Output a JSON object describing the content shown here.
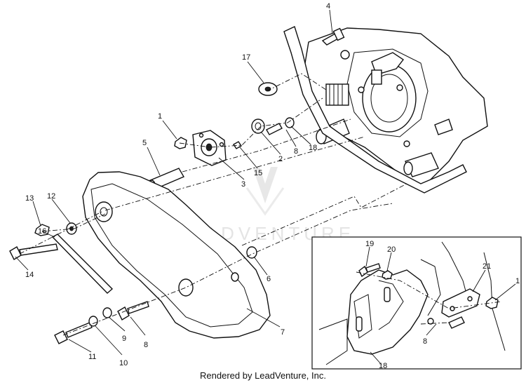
{
  "footer": {
    "text": "Rendered by LeadVenture, Inc."
  },
  "watermark": {
    "text": "LEADVENTURE"
  },
  "colors": {
    "line": "#111111",
    "background": "#ffffff",
    "watermark": "#cfcfcf"
  },
  "callouts": {
    "c1": "1",
    "c2": "2",
    "c3": "3",
    "c4": "4",
    "c5": "5",
    "c6": "6",
    "c7": "7",
    "c8": "8",
    "c9": "9",
    "c10": "10",
    "c11": "11",
    "c12": "12",
    "c13": "13",
    "c14": "14",
    "c15": "15",
    "c16": "16",
    "c17": "17",
    "c18": "18"
  },
  "inset": {
    "c19": "19",
    "c20": "20",
    "c21": "21",
    "c1": "1",
    "c8": "8",
    "c18": "18"
  }
}
